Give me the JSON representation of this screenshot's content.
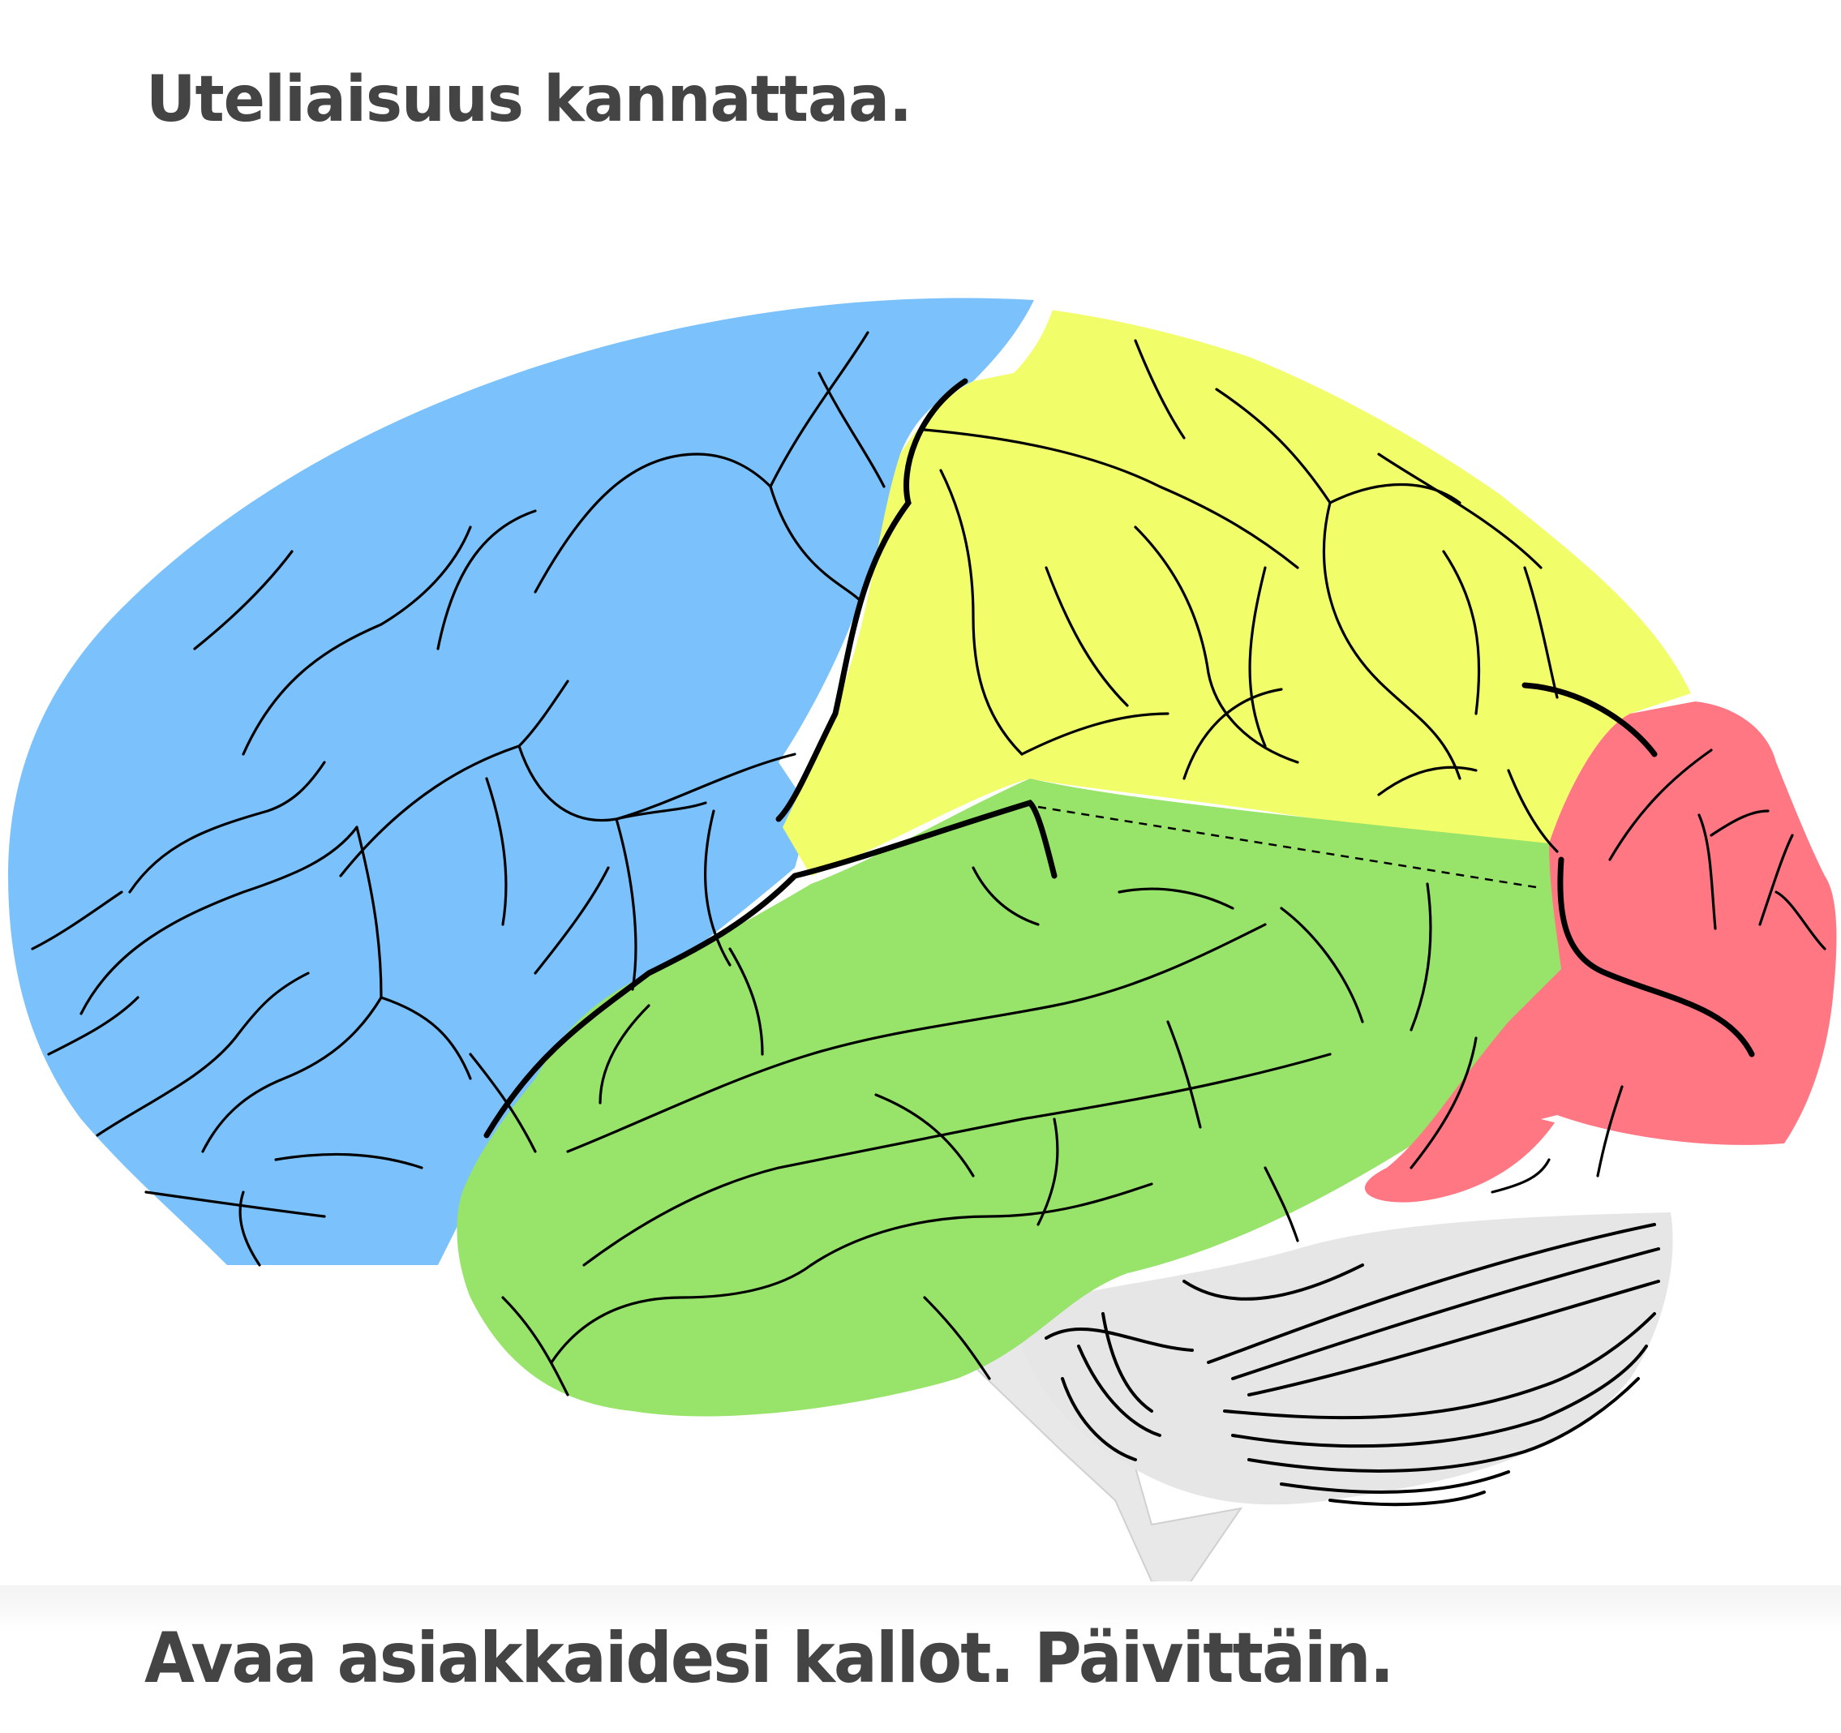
{
  "headline": "Uteliaisuus kannattaa.",
  "tagline": "Avaa asiakkaidesi kallot. Päivittäin.",
  "illustration": {
    "subject": "brain-lateral-view",
    "lobes": [
      {
        "name": "frontal",
        "color": "#7bc2fc"
      },
      {
        "name": "parietal",
        "color": "#f2fd6a"
      },
      {
        "name": "temporal",
        "color": "#98e36a"
      },
      {
        "name": "occipital",
        "color": "#fe7782"
      },
      {
        "name": "cerebellum",
        "color": "#e6e6e6"
      },
      {
        "name": "brainstem",
        "color": "#e8e8e8"
      }
    ]
  },
  "colors": {
    "text": "#444444",
    "background": "#ffffff"
  }
}
